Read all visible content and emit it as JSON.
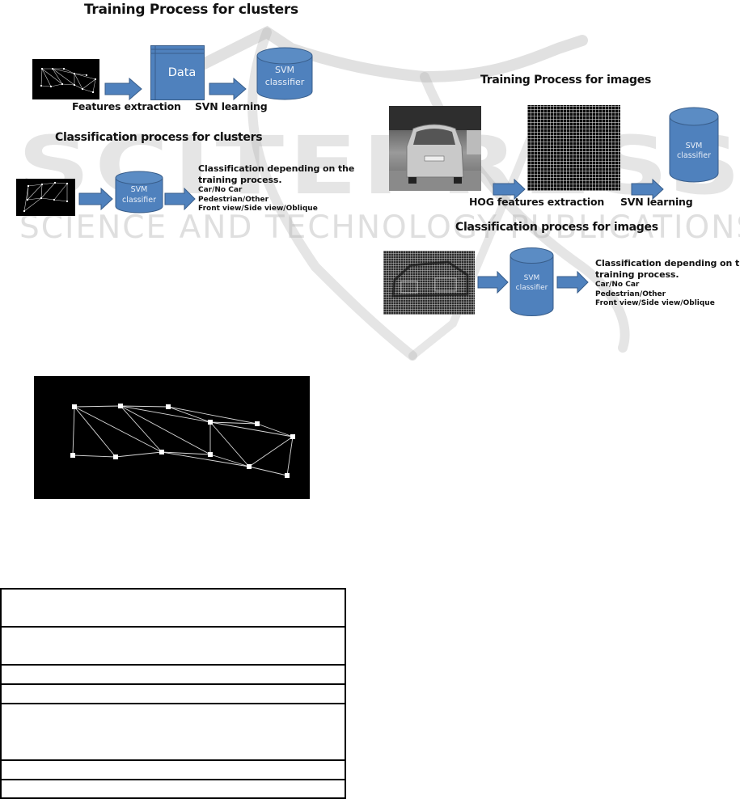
{
  "watermark": {
    "brand": "SCITEPRESS",
    "tagline": "SCIENCE AND TECHNOLOGY PUBLICATIONS"
  },
  "colors": {
    "shape_fill": "#4f81bd",
    "shape_stroke": "#385d8a",
    "image_bg": "#000000"
  },
  "clusters_training": {
    "title": "Training Process for clusters",
    "data_label": "Data",
    "classifier_line1": "SVM",
    "classifier_line2": "classifier",
    "step1_caption": "Features extraction",
    "step2_caption": "SVN learning"
  },
  "clusters_classification": {
    "title": "Classification process for clusters",
    "classifier_line1": "SVM",
    "classifier_line2": "classifier",
    "result_head_1": "Classification depending on the",
    "result_head_2": "training process.",
    "options": [
      "Car/No Car",
      "Pedestrian/Other",
      "Front view/Side view/Oblique"
    ]
  },
  "images_training": {
    "title": "Training Process for images",
    "classifier_line1": "SVM",
    "classifier_line2": "classifier",
    "step1_caption": "HOG features extraction",
    "step2_caption": "SVN learning"
  },
  "images_classification": {
    "title": "Classification process for images",
    "classifier_line1": "SVM",
    "classifier_line2": "classifier",
    "result_head_1": "Classification depending on the",
    "result_head_2": "training process.",
    "options": [
      "Car/No Car",
      "Pedestrian/Other",
      "Front view/Side view/Oblique"
    ]
  },
  "cluster_graph": {
    "node_count": 12
  },
  "table": {
    "rows": [
      "",
      "",
      "",
      "",
      "",
      "",
      ""
    ]
  }
}
